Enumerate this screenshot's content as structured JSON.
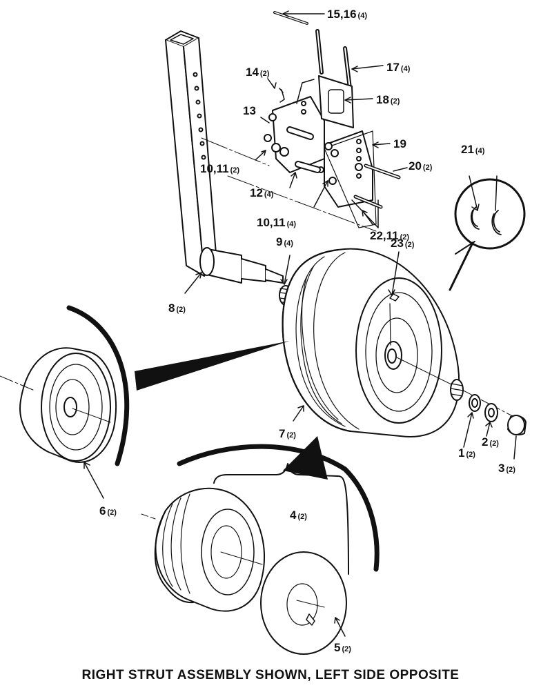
{
  "caption": "RIGHT STRUT ASSEMBLY SHOWN, LEFT SIDE OPPOSITE",
  "callouts": [
    {
      "id": "c15",
      "num": "15,16",
      "qty": "(4)"
    },
    {
      "id": "c17",
      "num": "17",
      "qty": "(4)"
    },
    {
      "id": "c14",
      "num": "14",
      "qty": "(2)"
    },
    {
      "id": "c18",
      "num": "18",
      "qty": "(2)"
    },
    {
      "id": "c13",
      "num": "13",
      "qty": ""
    },
    {
      "id": "c19",
      "num": "19",
      "qty": ""
    },
    {
      "id": "c21",
      "num": "21",
      "qty": "(4)"
    },
    {
      "id": "c10a",
      "num": "10,11",
      "qty": "(2)"
    },
    {
      "id": "c20",
      "num": "20",
      "qty": "(2)"
    },
    {
      "id": "c12",
      "num": "12",
      "qty": "(4)"
    },
    {
      "id": "c10b",
      "num": "10,11",
      "qty": "(4)"
    },
    {
      "id": "c22",
      "num": "22,11",
      "qty": "(2)"
    },
    {
      "id": "c23",
      "num": "23",
      "qty": "(2)"
    },
    {
      "id": "c9",
      "num": "9",
      "qty": "(4)"
    },
    {
      "id": "c8",
      "num": "8",
      "qty": "(2)"
    },
    {
      "id": "c7",
      "num": "7",
      "qty": "(2)"
    },
    {
      "id": "c1",
      "num": "1",
      "qty": "(2)"
    },
    {
      "id": "c2",
      "num": "2",
      "qty": "(2)"
    },
    {
      "id": "c3",
      "num": "3",
      "qty": "(2)"
    },
    {
      "id": "c6",
      "num": "6",
      "qty": "(2)"
    },
    {
      "id": "c4",
      "num": "4",
      "qty": "(2)"
    },
    {
      "id": "c5",
      "num": "5",
      "qty": "(2)"
    }
  ]
}
